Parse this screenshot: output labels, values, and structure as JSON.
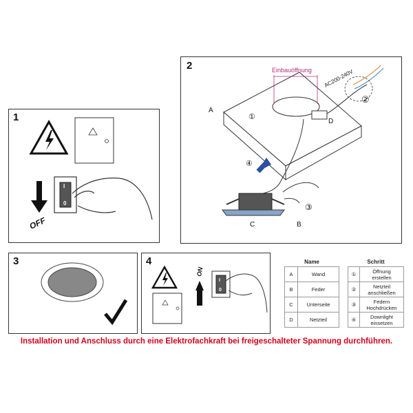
{
  "panels": {
    "p1": {
      "number": "1",
      "off_label": "OFF",
      "switch_on": "I",
      "switch_off": "0"
    },
    "p2": {
      "number": "2",
      "opening_label": "Einbauöffnung",
      "voltage_label": "AC200-240V",
      "label_a": "A",
      "label_b": "B",
      "label_c": "C",
      "label_d": "D",
      "step1": "①",
      "step2": "②",
      "step3": "③",
      "step4": "④"
    },
    "p3": {
      "number": "3"
    },
    "p4": {
      "number": "4",
      "on_label": "ON",
      "switch_on": "I",
      "switch_off": "0"
    }
  },
  "legend_parts": {
    "header": "Name",
    "rows": [
      {
        "key": "A",
        "name": "Wand"
      },
      {
        "key": "B",
        "name": "Feder"
      },
      {
        "key": "C",
        "name": "Unterseite"
      },
      {
        "key": "D",
        "name": "Netzteil"
      }
    ]
  },
  "legend_steps": {
    "header": "Schritt",
    "rows": [
      {
        "key": "①",
        "line1": "Öffnung",
        "line2": "erstellen"
      },
      {
        "key": "②",
        "line1": "Netzteil",
        "line2": "anschließen"
      },
      {
        "key": "③",
        "line1": "Federn",
        "line2": "Hochdrücken"
      },
      {
        "key": "④",
        "line1": "Downlight",
        "line2": "einsetzen"
      }
    ]
  },
  "caption": "Installation und Anschluss durch eine Elektrofachkraft bei freigeschalteter Spannung durchführen.",
  "colors": {
    "warning_text": "#d4001a",
    "arrow_blue": "#2a4fa3",
    "opening_label": "#b0307a",
    "wire_orange": "#e08a2e",
    "wire_blue": "#4a8fd8"
  }
}
